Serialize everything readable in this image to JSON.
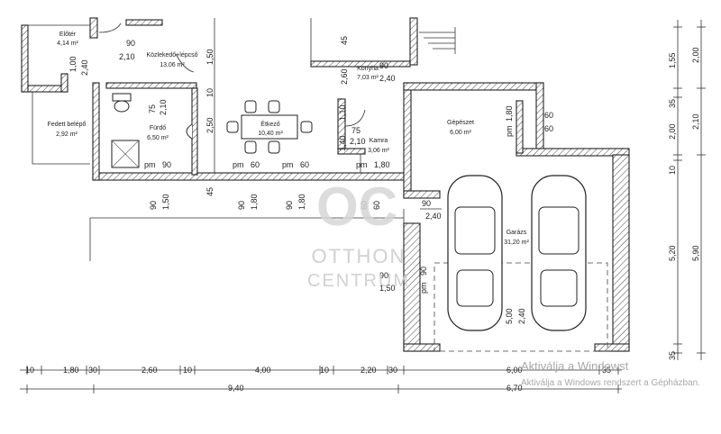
{
  "rooms": {
    "eloter": {
      "name": "Előtér",
      "area": "4,14 m²"
    },
    "kozlekedo": {
      "name": "Közlekedő+lépcső",
      "area": "13,06 m²"
    },
    "fedett": {
      "name": "Fedett belépő",
      "area": "2,92 m²"
    },
    "furdo": {
      "name": "Fürdő",
      "area": "6,50 m²"
    },
    "etkezo": {
      "name": "Étkező",
      "area": "10,40 m²"
    },
    "konyha": {
      "name": "Konyha",
      "area": "7,03 m²"
    },
    "kamra": {
      "name": "Kamra",
      "area": "3,06 m²"
    },
    "gepeszet": {
      "name": "Gépészet",
      "area": "6,00 m²"
    },
    "garazs": {
      "name": "Garázs",
      "area": "31,20 m²"
    }
  },
  "bottom_dims_row1": [
    "10",
    "1,80",
    "30",
    "2,60",
    "10",
    "4,00",
    "10",
    "2,20",
    "30",
    "6,00",
    "35"
  ],
  "bottom_dims_row2": [
    "9,40",
    "6,70"
  ],
  "right_dims_col1": [
    "1,55",
    "35",
    "2,00",
    "10",
    "5,20",
    "35"
  ],
  "right_dims_col2": [
    "2,00",
    "2,10",
    "5,90"
  ],
  "opening_labels": {
    "eloter_door": "90",
    "eloter_door_h": "2,10",
    "eloter_side_a": "1,00",
    "eloter_side_b": "2,40",
    "kozl_v1": "1,50",
    "kozl_v2": "10",
    "kozl_v3": "2,50",
    "kozl_v4": "45",
    "top_v": "45",
    "konyha_v": "2,60",
    "konyha_door": "90",
    "konyha_door_h": "2,40",
    "furdo_a": "75",
    "furdo_b": "2,10",
    "pm1": "pm",
    "pm1v": "90",
    "pm2": "pm",
    "pm2v": "60",
    "pm3": "pm",
    "pm3v": "60",
    "pm4": "pm",
    "pm4v": "1,80",
    "pm5": "pm",
    "pm5v": "1,80",
    "gep_60a": "60",
    "gep_60b": "60",
    "kamra_v1": "1,10",
    "kamra_v2": "75",
    "kamra_v3": "2,10",
    "kamra_v4": "1,40",
    "win_90_a": "90",
    "win_150": "1,50",
    "win_90_b": "90",
    "win_180_a": "1,80",
    "win_90_c": "90",
    "win_180_b": "1,80",
    "win_60": "60",
    "win_60b": "60",
    "gar_door": "90",
    "gar_door_h": "2,40",
    "gar_win_90": "90",
    "gar_win_150": "1,50",
    "gar_pm": "pm",
    "gar_pm_v": "90",
    "gar_500": "5,00",
    "gar_240": "2,40"
  },
  "watermark": {
    "line1": "OTTHON",
    "line2": "CENTRUM",
    "logo": "OC"
  },
  "activation": {
    "line1": "Aktiválja a Windowst",
    "line2": "Aktiválja a Windows rendszert a Gépházban."
  }
}
